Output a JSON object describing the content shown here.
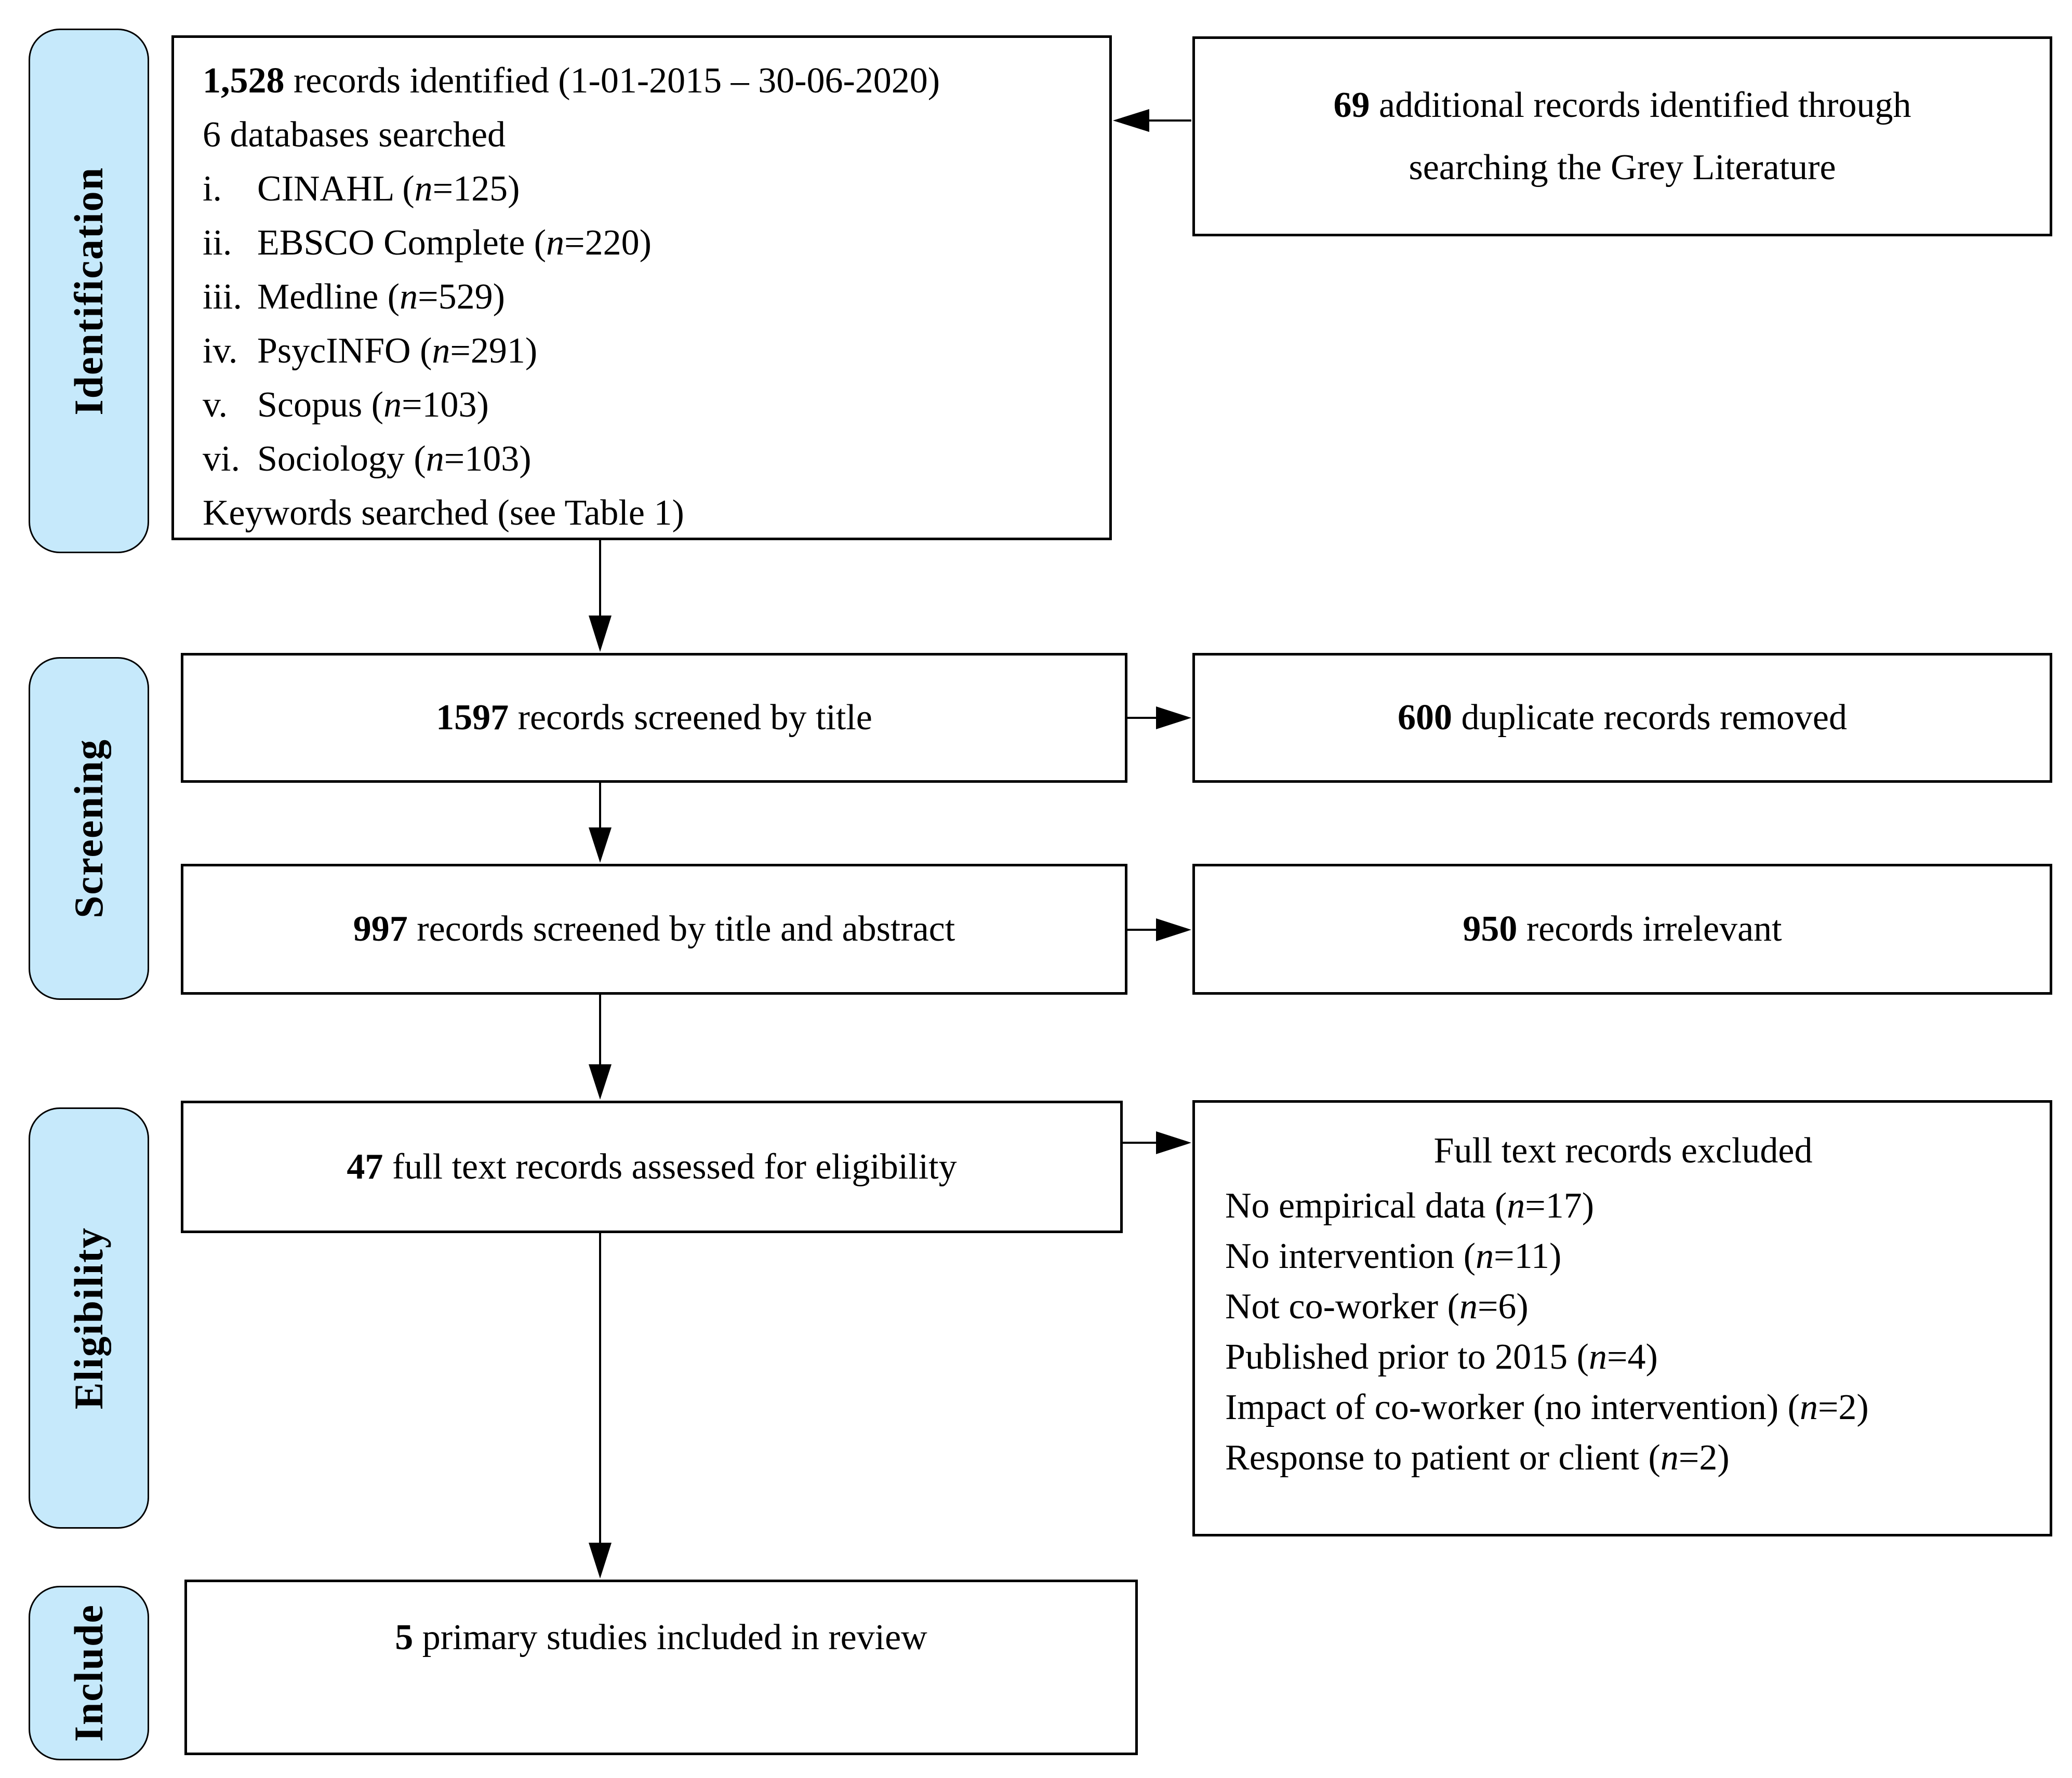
{
  "colors": {
    "sidebar_fill": "#C6E9FB",
    "border": "#000000",
    "background": "#FFFFFF",
    "text": "#000000"
  },
  "sidebar": {
    "identification": "Identification",
    "screening": "Screening",
    "eligibility": "Eligibility",
    "include": "Include"
  },
  "identification": {
    "line1": [
      {
        "t": "1,528",
        "b": true
      },
      {
        "t": " records identified (1-01-2015 – 30-06-2020)"
      }
    ],
    "line2": [
      {
        "t": "6 databases searched"
      }
    ],
    "list": [
      {
        "num": "i.",
        "runs": [
          {
            "t": "CINAHL ("
          },
          {
            "t": "n",
            "i": true
          },
          {
            "t": "=125)"
          }
        ]
      },
      {
        "num": "ii.",
        "runs": [
          {
            "t": "EBSCO Complete ("
          },
          {
            "t": "n",
            "i": true
          },
          {
            "t": "=220)"
          }
        ]
      },
      {
        "num": "iii.",
        "runs": [
          {
            "t": "Medline ("
          },
          {
            "t": "n",
            "i": true
          },
          {
            "t": "=529)"
          }
        ]
      },
      {
        "num": "iv.",
        "runs": [
          {
            "t": "PsycINFO ("
          },
          {
            "t": "n",
            "i": true
          },
          {
            "t": "=291)"
          }
        ]
      },
      {
        "num": "v.",
        "runs": [
          {
            "t": "Scopus ("
          },
          {
            "t": "n",
            "i": true
          },
          {
            "t": "=103)"
          }
        ]
      },
      {
        "num": "vi.",
        "runs": [
          {
            "t": "Sociology ("
          },
          {
            "t": "n",
            "i": true
          },
          {
            "t": "=103)"
          }
        ]
      }
    ],
    "line3": [
      {
        "t": "Keywords searched (see Table 1)"
      }
    ]
  },
  "grey_literature": {
    "line1": [
      {
        "t": "69",
        "b": true
      },
      {
        "t": " additional records identified through"
      }
    ],
    "line2": [
      {
        "t": "searching the Grey Literature"
      }
    ]
  },
  "screened_title": [
    {
      "t": "1597",
      "b": true
    },
    {
      "t": " records screened by title"
    }
  ],
  "duplicates_removed": [
    {
      "t": "600",
      "b": true
    },
    {
      "t": " duplicate records removed"
    }
  ],
  "screened_abstract": [
    {
      "t": "997",
      "b": true
    },
    {
      "t": " records screened by title and abstract"
    }
  ],
  "records_irrelevant": [
    {
      "t": "950",
      "b": true
    },
    {
      "t": " records irrelevant"
    }
  ],
  "fulltext_assessed": [
    {
      "t": "47",
      "b": true
    },
    {
      "t": " full text records assessed for eligibility"
    }
  ],
  "excluded": {
    "title": [
      {
        "t": "Full text records excluded"
      }
    ],
    "items": [
      [
        {
          "t": "No empirical data ("
        },
        {
          "t": "n",
          "i": true
        },
        {
          "t": "=17)"
        }
      ],
      [
        {
          "t": "No intervention ("
        },
        {
          "t": "n",
          "i": true
        },
        {
          "t": "=11)"
        }
      ],
      [
        {
          "t": "Not co-worker ("
        },
        {
          "t": "n",
          "i": true
        },
        {
          "t": "=6)"
        }
      ],
      [
        {
          "t": "Published prior to 2015 ("
        },
        {
          "t": "n",
          "i": true
        },
        {
          "t": "=4)"
        }
      ],
      [
        {
          "t": "Impact of co-worker (no intervention) ("
        },
        {
          "t": "n",
          "i": true
        },
        {
          "t": "=2)"
        }
      ],
      [
        {
          "t": "Response to patient or client ("
        },
        {
          "t": "n",
          "i": true
        },
        {
          "t": "=2)"
        }
      ]
    ]
  },
  "included": [
    {
      "t": "5",
      "b": true
    },
    {
      "t": " primary studies included in review"
    }
  ]
}
